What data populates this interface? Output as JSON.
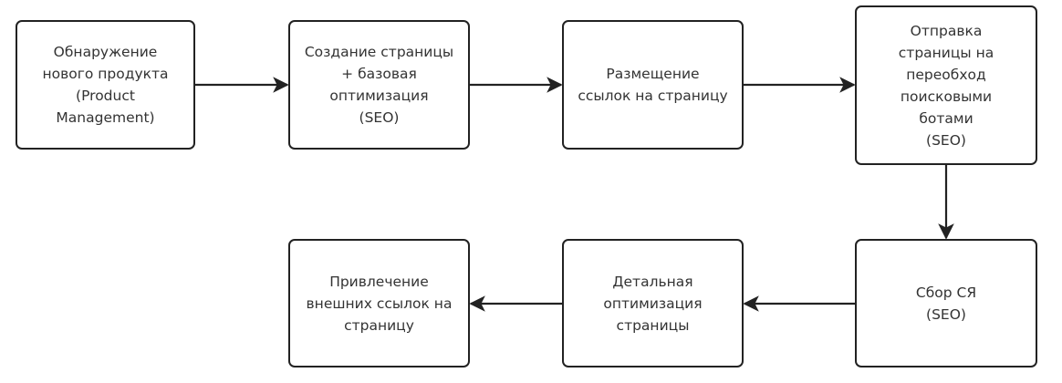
{
  "diagram": {
    "colors": {
      "stroke": "#222222",
      "text": "#333333",
      "background": "#ffffff"
    },
    "nodes": [
      {
        "id": "n1",
        "label": "Обнаружение\nнового продукта\n(Product\nManagement)"
      },
      {
        "id": "n2",
        "label": "Создание страницы\n+ базовая\nоптимизация\n(SEO)"
      },
      {
        "id": "n3",
        "label": "Размещение\nссылок на страницу"
      },
      {
        "id": "n4",
        "label": "Отправка\nстраницы на\nпереобход\nпоисковыми\nботами\n(SEO)"
      },
      {
        "id": "n5",
        "label": "Сбор СЯ\n(SEO)"
      },
      {
        "id": "n6",
        "label": "Детальная\nоптимизация\nстраницы"
      },
      {
        "id": "n7",
        "label": "Привлечение\nвнешних ссылок на\nстраницу"
      }
    ],
    "edges": [
      {
        "from": "n1",
        "to": "n2"
      },
      {
        "from": "n2",
        "to": "n3"
      },
      {
        "from": "n3",
        "to": "n4"
      },
      {
        "from": "n4",
        "to": "n5"
      },
      {
        "from": "n5",
        "to": "n6"
      },
      {
        "from": "n6",
        "to": "n7"
      }
    ]
  }
}
